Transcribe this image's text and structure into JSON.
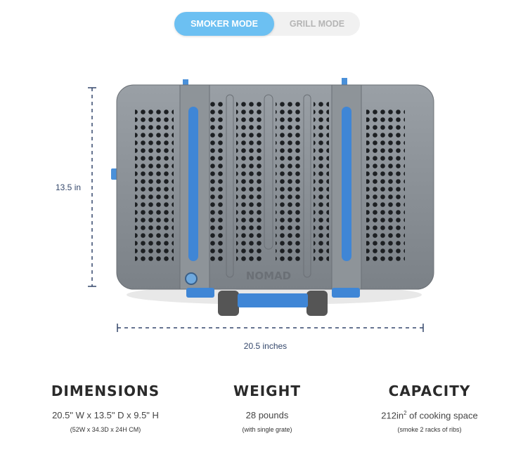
{
  "mode_toggle": {
    "options": [
      "SMOKER MODE",
      "GRILL MODE"
    ],
    "selected": "SMOKER MODE"
  },
  "product": {
    "brand_mark": "NOMAD"
  },
  "dimensions_diagram": {
    "height_label": "13.5 in",
    "width_label": "20.5 inches"
  },
  "specs": [
    {
      "title": "DIMENSIONS",
      "value": "20.5\" W x 13.5\" D x 9.5\" H",
      "note": "(52W x 34.3D x 24H CM)"
    },
    {
      "title": "WEIGHT",
      "value": "28 pounds",
      "note": "(with single grate)"
    },
    {
      "title": "CAPACITY",
      "value_pre": "212in",
      "value_sup": "2",
      "value_post": " of cooking space",
      "note": "(smoke 2 racks of ribs)"
    }
  ],
  "colors": {
    "accent": "#6cc0f2",
    "dim_line": "#34476b",
    "body": "#8a9096",
    "blue_part": "#3f86d6"
  }
}
